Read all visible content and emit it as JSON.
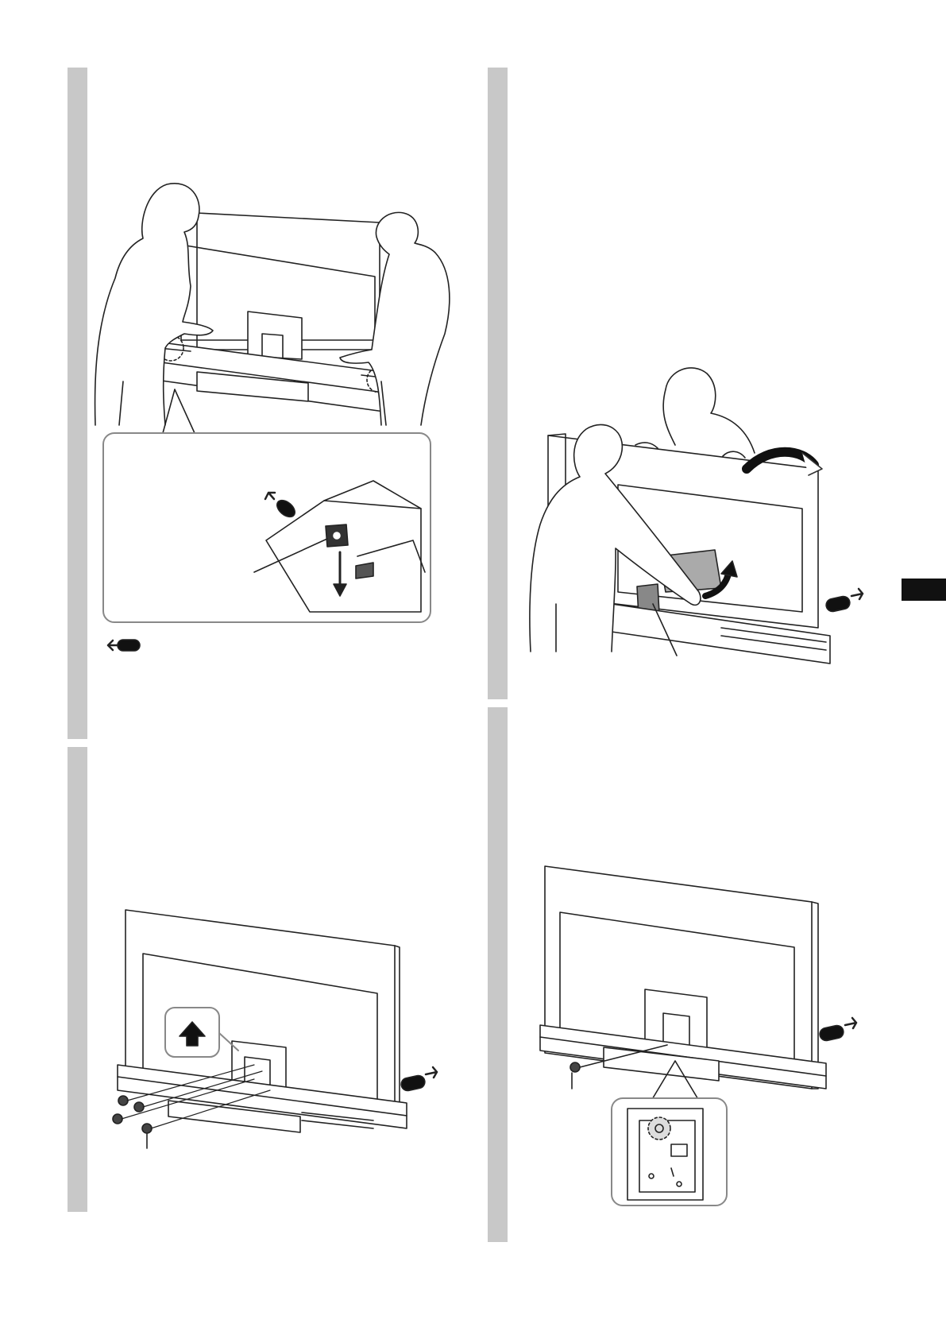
{
  "page": {
    "background": "#ffffff",
    "bar_color": "#c8c8c8",
    "tab_color": "#111111",
    "line_color": "#222222",
    "callout_border": "#888888"
  },
  "steps": [
    {
      "id": "step-1",
      "illustration": "two-people-lowering-tv-onto-soundbar-stand"
    },
    {
      "id": "step-2",
      "illustration": "tv-rear-with-screws-and-up-arrow"
    },
    {
      "id": "step-3",
      "illustration": "two-people-tilting-tv-forward"
    },
    {
      "id": "step-4",
      "illustration": "tv-rear-screw-detail"
    }
  ],
  "icons": [
    "front-direction-icon",
    "up-arrow-icon",
    "curved-arrow-icon",
    "screw-icon"
  ]
}
